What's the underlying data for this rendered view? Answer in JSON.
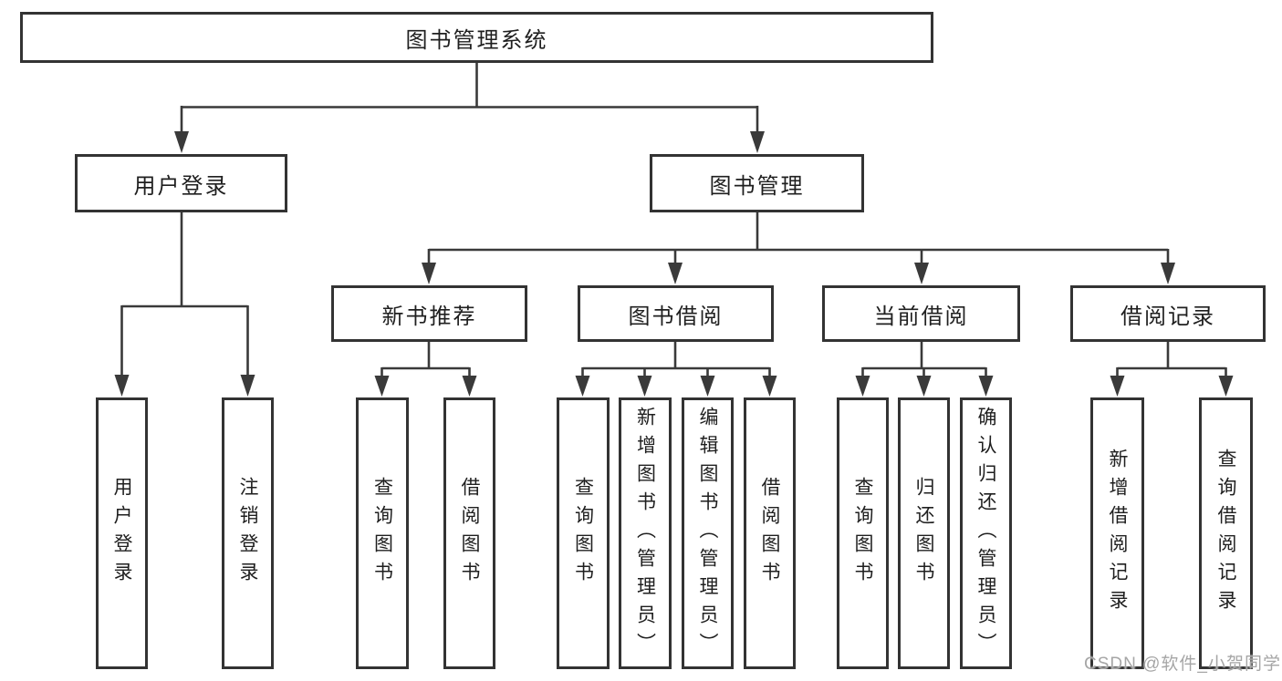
{
  "tree": {
    "root": {
      "label": "图书管理系统"
    },
    "branches": [
      {
        "label": "用户登录",
        "children": [
          {
            "label": "用户登录"
          },
          {
            "label": "注销登录"
          }
        ]
      },
      {
        "label": "图书管理",
        "children": [
          {
            "label": "新书推荐",
            "children": [
              {
                "label": "查询图书"
              },
              {
                "label": "借阅图书"
              }
            ]
          },
          {
            "label": "图书借阅",
            "children": [
              {
                "label": "查询图书"
              },
              {
                "label": "新增图书（管理员）"
              },
              {
                "label": "编辑图书（管理员）"
              },
              {
                "label": "借阅图书"
              }
            ]
          },
          {
            "label": "当前借阅",
            "children": [
              {
                "label": "查询图书"
              },
              {
                "label": "归还图书"
              },
              {
                "label": "确认归还（管理员）"
              }
            ]
          },
          {
            "label": "借阅记录",
            "children": [
              {
                "label": "新增借阅记录"
              },
              {
                "label": "查询借阅记录"
              }
            ]
          }
        ]
      }
    ]
  },
  "watermark": {
    "text": "CSDN @软件_小贺同学"
  },
  "colors": {
    "line": "#3a3a3a",
    "box_border": "#333333",
    "text": "#1f1f1f",
    "watermark": "#a6a6a6",
    "background": "#ffffff"
  }
}
